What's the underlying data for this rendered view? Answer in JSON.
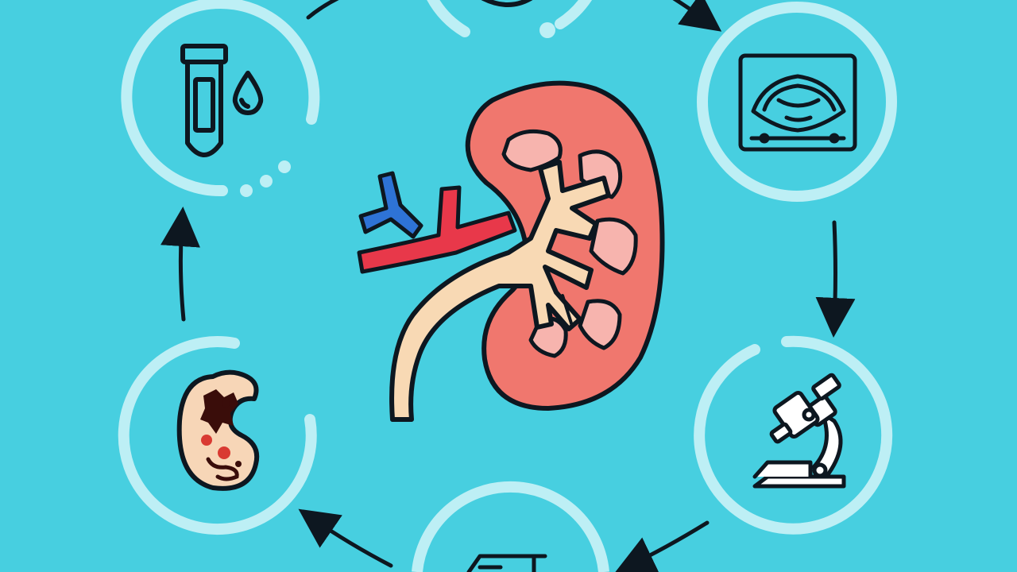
{
  "colors": {
    "background": "#47CFE0",
    "ring": "#BDEFF5",
    "outline": "#0D1720",
    "kidney": "#F0776E",
    "kidney_light": "#F7B4AE",
    "pelvis": "#F8D9B4",
    "artery": "#E8384A",
    "vein": "#2E73D6",
    "damaged_kidney": "#F7D6B7",
    "lesion": "#3A0D0A",
    "spot": "#D93A32",
    "icon_fill": "#FFFFFF"
  },
  "center": {
    "icon": "kidney-anatomy-icon"
  },
  "cycle": [
    {
      "name": "urine-test",
      "icon": "test-tube-drop-icon"
    },
    {
      "name": "top-partial",
      "icon": "partial-icon"
    },
    {
      "name": "ultrasound",
      "icon": "ultrasound-monitor-icon"
    },
    {
      "name": "microscope",
      "icon": "microscope-icon"
    },
    {
      "name": "bottom-partial",
      "icon": "partial-icon"
    },
    {
      "name": "damaged-kidney",
      "icon": "damaged-kidney-icon"
    }
  ],
  "arrow_icon": "arrow-icon"
}
